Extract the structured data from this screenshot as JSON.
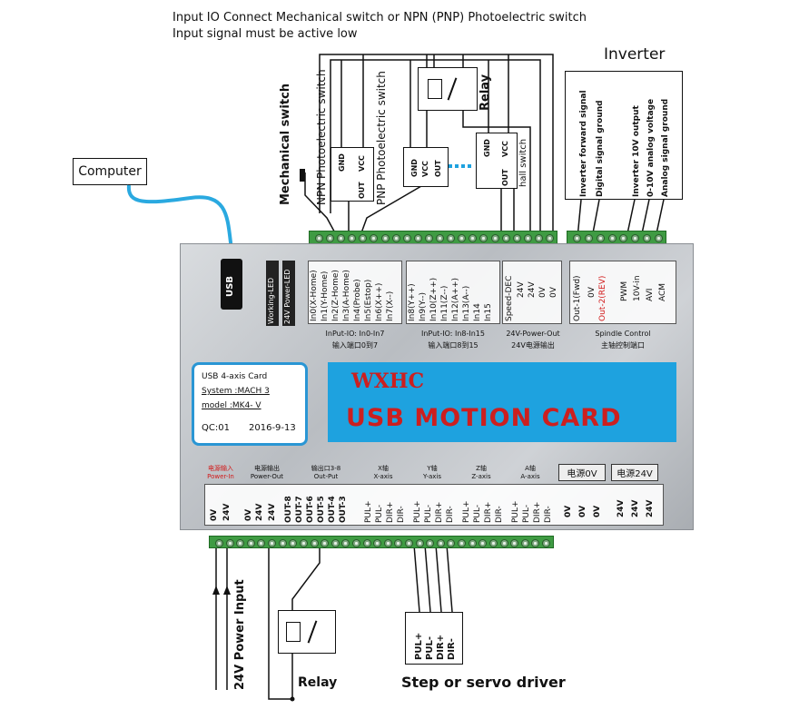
{
  "header": {
    "line1": "Input IO Connect Mechanical switch or NPN (PNP) Photoelectric switch",
    "line2": "Input signal must be active low"
  },
  "computer_label": "Computer",
  "inverter_title": "Inverter",
  "top_devices": {
    "mechanical_switch": "Mechanical switch",
    "npn": "NPN Photoelectric switch",
    "pnp": "PNP Photoelectric switch",
    "relay": "Relay",
    "hall": "hall switch",
    "pins_gnd": "GND",
    "pins_vcc": "VCC",
    "pins_out": "OUT"
  },
  "inverter_signals": [
    "Inverter forward signal",
    "Digital signal ground",
    "Inverter 10V output",
    "0-10V analog voltage",
    "Analog signal ground"
  ],
  "board": {
    "usb": "USB",
    "working_led": "Working-LED",
    "power_led": "24V Power-LED",
    "input_io_1": {
      "pins": [
        "In0(X-Home)",
        "In1(Y-Home)",
        "In2(Z-Home)",
        "In3(A-Home)",
        "In4(Probe)",
        "In5(Estop)",
        "In6(X++)",
        "In7(X--)"
      ],
      "title": "InPut-IO: In0-In7",
      "title_cn": "输入端口0到7"
    },
    "input_io_2": {
      "pins": [
        "In8(Y++)",
        "In9(Y--)",
        "In10(Z++)",
        "In11(Z--)",
        "In12(A++)",
        "In13(A--)",
        "In14",
        "In15"
      ],
      "title": "InPut-IO: In8-In15",
      "title_cn": "输入端口8到15"
    },
    "power_out_top": {
      "pins": [
        "Speed-DEC",
        "24V",
        "24V",
        "0V",
        "0V"
      ],
      "title": "24V-Power-Out",
      "title_cn": "24V电源输出"
    },
    "spindle": {
      "pins": [
        "Out-1(Fwd)",
        "0V",
        "Out-2(REV)",
        "PWM",
        "10V-in",
        "AVI",
        "ACM"
      ],
      "title": "Spindle Control",
      "title_cn": "主轴控制端口"
    },
    "info": {
      "l1": "USB 4-axis Card",
      "l2": "System :MACH 3",
      "l3": "model :MK4- V",
      "qc": "QC:01",
      "date": "2016-9-13"
    },
    "logo": "WXHC",
    "banner": "USB MOTION CARD",
    "bottom": {
      "power_in_cn": "电源输入",
      "power_in": "Power-In",
      "power_in_pins": [
        "0V",
        "24V"
      ],
      "power_out_cn": "电源输出",
      "power_out": "Power-Out",
      "power_out_pins": [
        "0V",
        "24V",
        "24V"
      ],
      "output_cn": "输出口3-8",
      "output": "Out-Put",
      "output_pins": [
        "OUT-8",
        "OUT-7",
        "OUT-6",
        "OUT-5",
        "OUT-4",
        "OUT-3"
      ],
      "x_cn": "X轴",
      "x": "X-axis",
      "y_cn": "Y轴",
      "y": "Y-axis",
      "z_cn": "Z轴",
      "z": "Z-axis",
      "a_cn": "A轴",
      "a": "A-axis",
      "axis_pins": [
        "PUL+",
        "PUL-",
        "DIR+",
        "DIR-"
      ],
      "p0v_cn": "电源0V",
      "p0v_pins": [
        "0V",
        "0V",
        "0V"
      ],
      "p24v_cn": "电源24V",
      "p24v_pins": [
        "24V",
        "24V",
        "24V"
      ]
    }
  },
  "below": {
    "power_input": "24V Power Input",
    "relay": "Relay",
    "driver": "Step or servo driver",
    "driver_pins": [
      "PUL+",
      "PUL-",
      "DIR+",
      "DIR-"
    ]
  },
  "colors": {
    "terminal_green": "#3f9b43",
    "banner_blue": "#1ea2df",
    "banner_text": "#cc1f1f",
    "info_border": "#2a96d4",
    "usb_cable": "#2aa9e0"
  }
}
